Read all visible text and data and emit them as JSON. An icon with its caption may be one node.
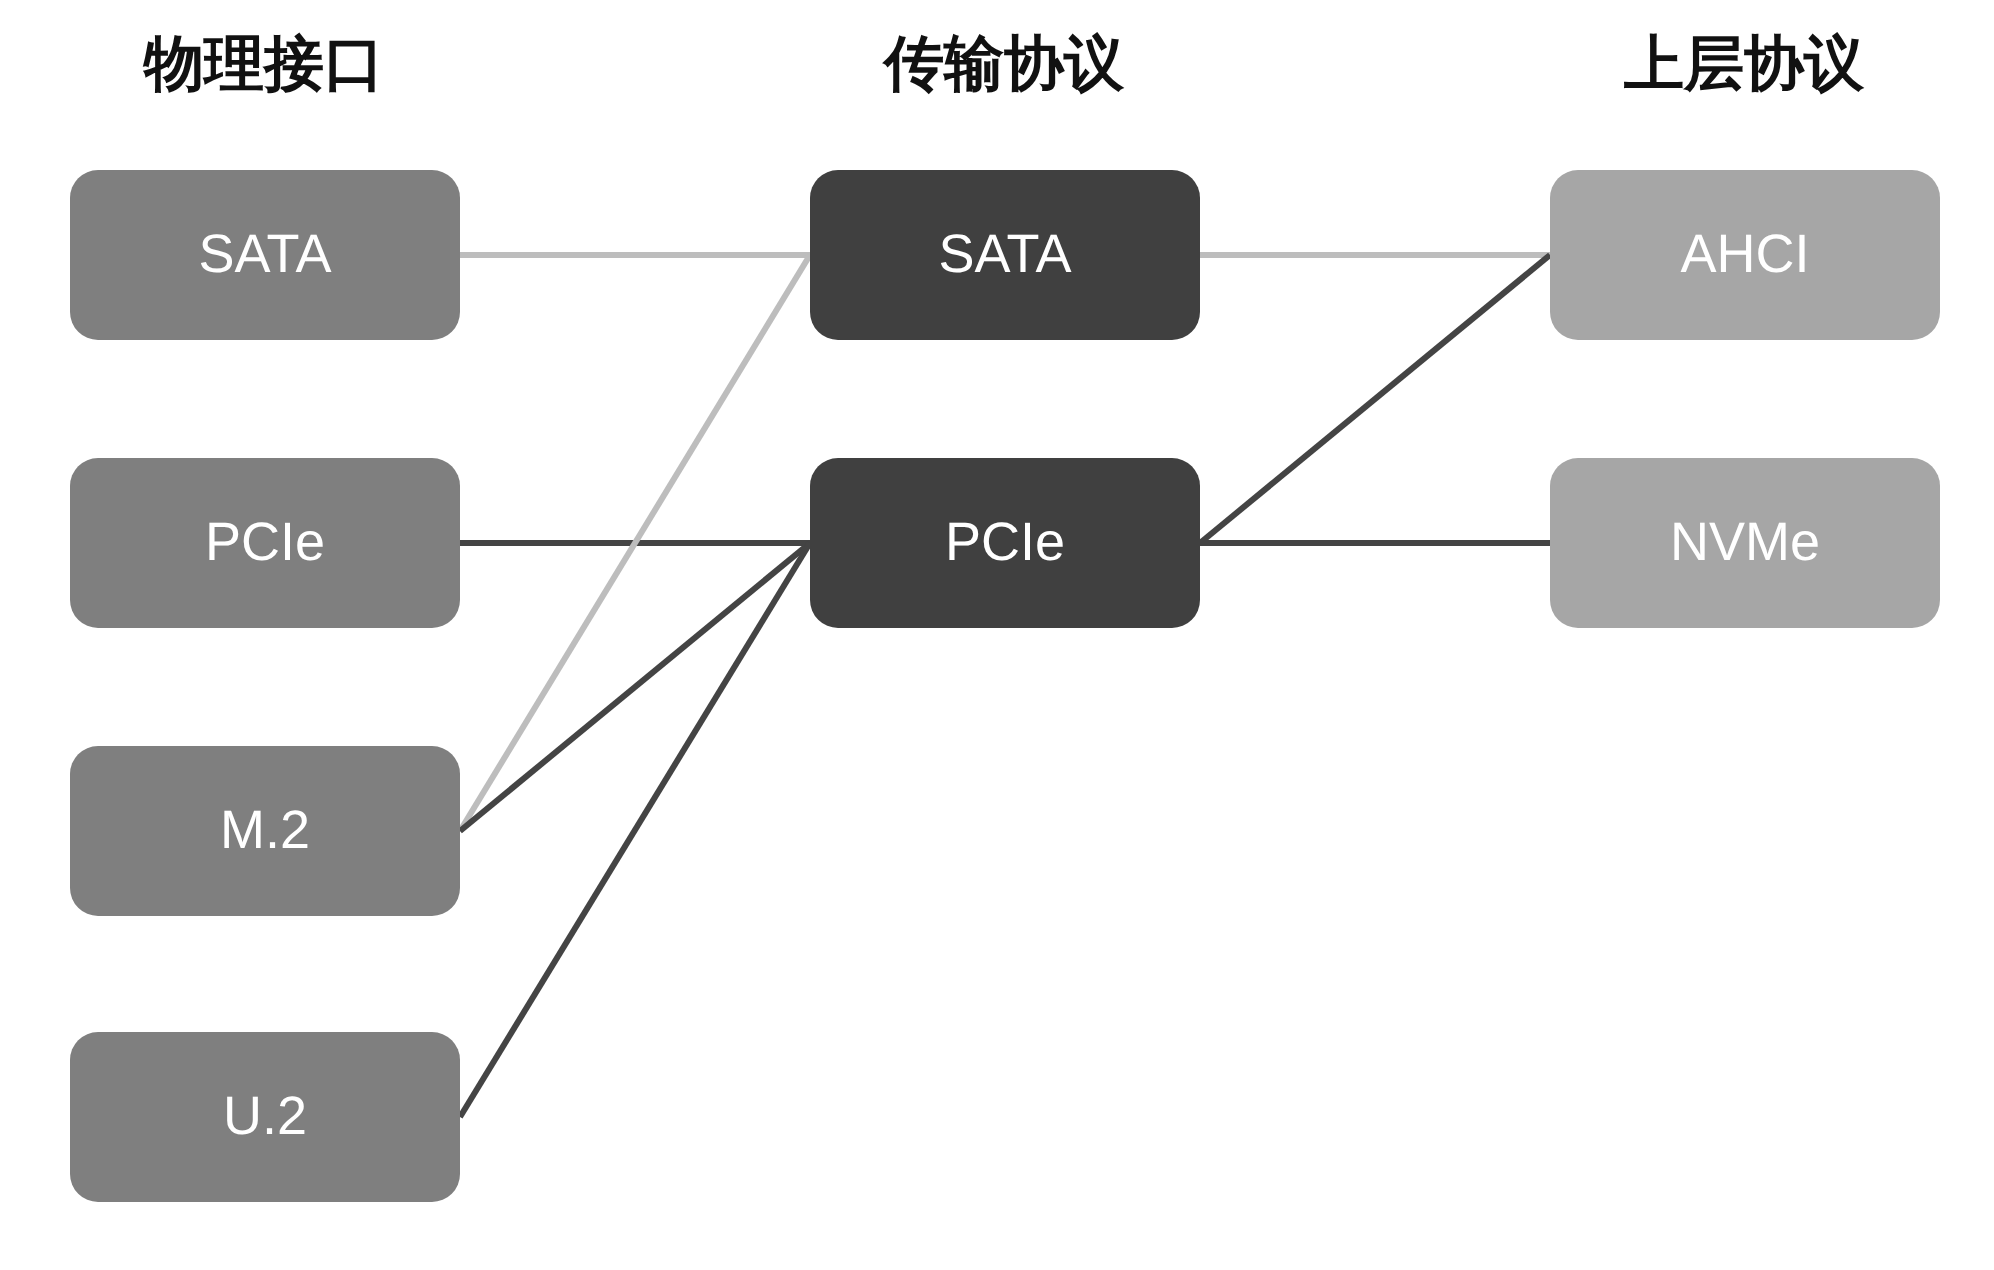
{
  "diagram": {
    "nodes": [
      {
        "text": [
          "SATA"
        ]
      },
      {
        "text": [
          "PCIe"
        ]
      },
      {
        "text": [
          "M.2"
        ]
      },
      {
        "text": [
          "U.2"
        ]
      },
      {
        "text": [
          "SATA"
        ]
      },
      {
        "text": [
          "PCIe"
        ]
      },
      {
        "text": [
          "AHCI"
        ]
      },
      {
        "text": [
          "NVMe"
        ]
      }
    ],
    "edges": [
      {
        "from": 0,
        "to": 4,
        "arrow": "none",
        "color": "#bdbdbd"
      },
      {
        "from": 1,
        "to": 5,
        "arrow": "none"
      },
      {
        "from": 2,
        "to": 4,
        "arrow": "none",
        "color": "#bdbdbd"
      },
      {
        "from": 2,
        "to": 5,
        "arrow": "none"
      },
      {
        "from": 3,
        "to": 5,
        "arrow": "none"
      },
      {
        "from": 4,
        "to": 6,
        "arrow": "none",
        "color": "#bdbdbd"
      },
      {
        "from": 5,
        "to": 6,
        "arrow": "none"
      },
      {
        "from": 5,
        "to": 7,
        "arrow": "none"
      }
    ],
    "labels": [
      "物理接口",
      "传输协议",
      "上层协议"
    ]
  }
}
